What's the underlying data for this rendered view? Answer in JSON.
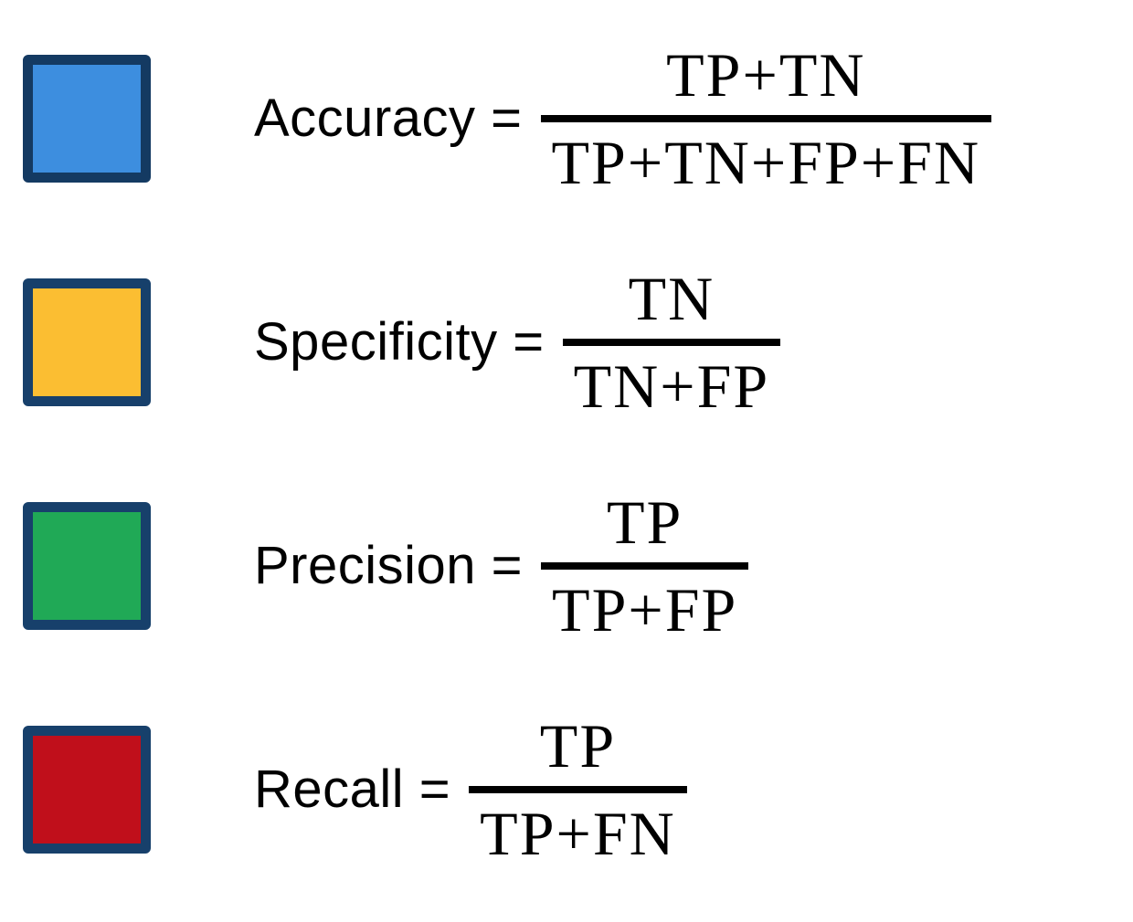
{
  "page": {
    "background_color": "#ffffff",
    "text_color": "#000000",
    "fraction_bar_color": "#000000",
    "swatch_border_color": "#17406b"
  },
  "legend_rows": [
    {
      "metric": "accuracy",
      "swatch_color": "#3d8edf",
      "border_color": "#143a62",
      "label": "Accuracy =",
      "numerator": "TP+TN",
      "denominator": "TP+TN+FP+FN"
    },
    {
      "metric": "specificity",
      "swatch_color": "#fbbe32",
      "border_color": "#17406b",
      "label": "Specificity =",
      "numerator": "TN",
      "denominator": "TN+FP"
    },
    {
      "metric": "precision",
      "swatch_color": "#20a956",
      "border_color": "#17406b",
      "label": "Precision =",
      "numerator": "TP",
      "denominator": "TP+FP"
    },
    {
      "metric": "recall",
      "swatch_color": "#c00f1b",
      "border_color": "#17406b",
      "label": "Recall =",
      "numerator": "TP",
      "denominator": "TP+FN"
    }
  ]
}
